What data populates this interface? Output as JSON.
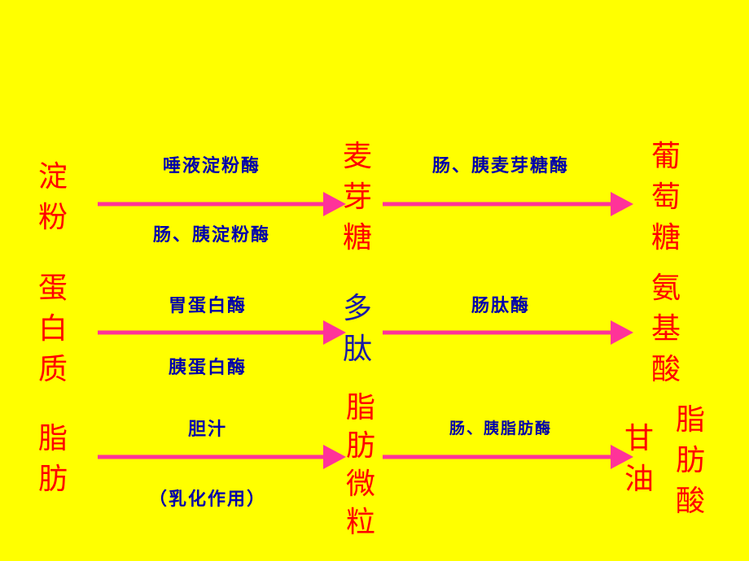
{
  "rows": [
    {
      "substrate": "淀\n粉",
      "enzyme1_top": "唾液淀粉酶",
      "enzyme1_bottom": "肠、胰淀粉酶",
      "intermediate": "麦\n芽\n糖",
      "enzyme2": "肠、胰麦芽糖酶",
      "product": "葡\n萄\n糖"
    },
    {
      "substrate": "蛋\n白\n质",
      "enzyme1_top": "胃蛋白酶",
      "enzyme1_bottom": "胰蛋白酶",
      "intermediate": "多\n肽",
      "enzyme2": "肠肽酶",
      "product": "氨\n基\n酸"
    },
    {
      "substrate": "脂\n肪",
      "enzyme1_top": "胆汁",
      "enzyme1_bottom": "（乳化作用）",
      "intermediate": "脂\n肪\n微\n粒",
      "enzyme2": "肠、胰脂肪酶",
      "product_a": "甘\n油",
      "product_b": "脂\n肪\n酸"
    }
  ],
  "colors": {
    "background": "#ffff00",
    "nutrient_text": "#ff0000",
    "enzyme_text": "#0000aa",
    "peptide_text": "#1a1aa6",
    "arrow": "#ff3399"
  }
}
